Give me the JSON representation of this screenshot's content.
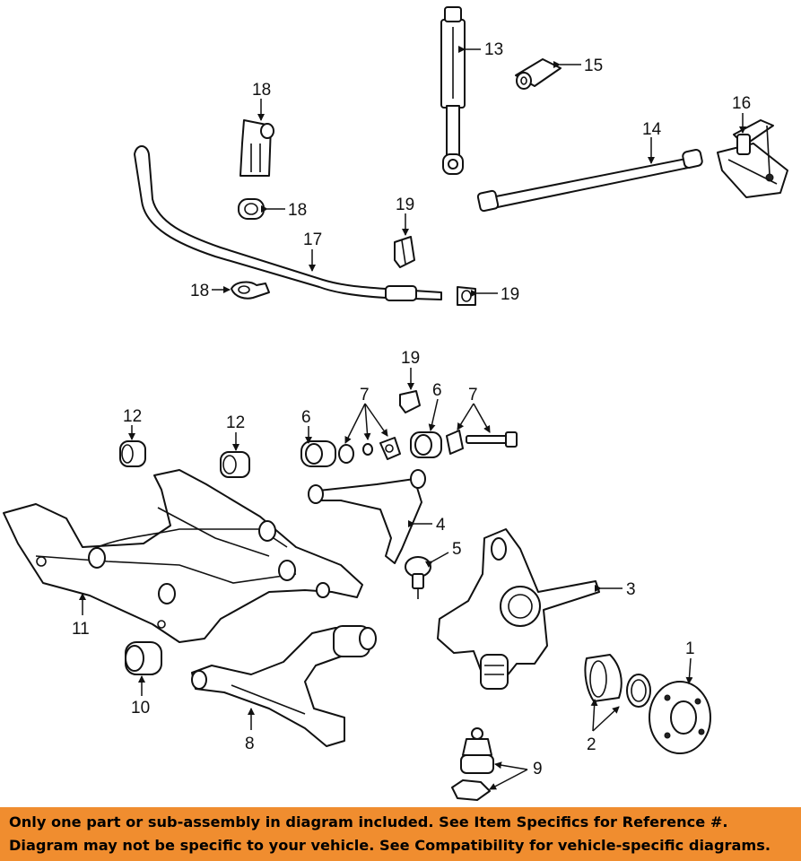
{
  "callouts": {
    "c1": "1",
    "c2": "2",
    "c3": "3",
    "c4": "4",
    "c5": "5",
    "c6": "6",
    "c7": "7",
    "c8": "8",
    "c9": "9",
    "c10": "10",
    "c11": "11",
    "c12": "12",
    "c13": "13",
    "c14": "14",
    "c15": "15",
    "c16": "16",
    "c17": "17",
    "c18": "18",
    "c19": "19"
  },
  "disclaimer": {
    "line1": "Only one part or sub-assembly in diagram included. See Item Specifics for Reference #.",
    "line2": "Diagram may not be specific to your vehicle. See Compatibility for vehicle-specific diagrams."
  },
  "colors": {
    "banner": "#f08d2f",
    "ink": "#111111",
    "background": "#ffffff"
  }
}
